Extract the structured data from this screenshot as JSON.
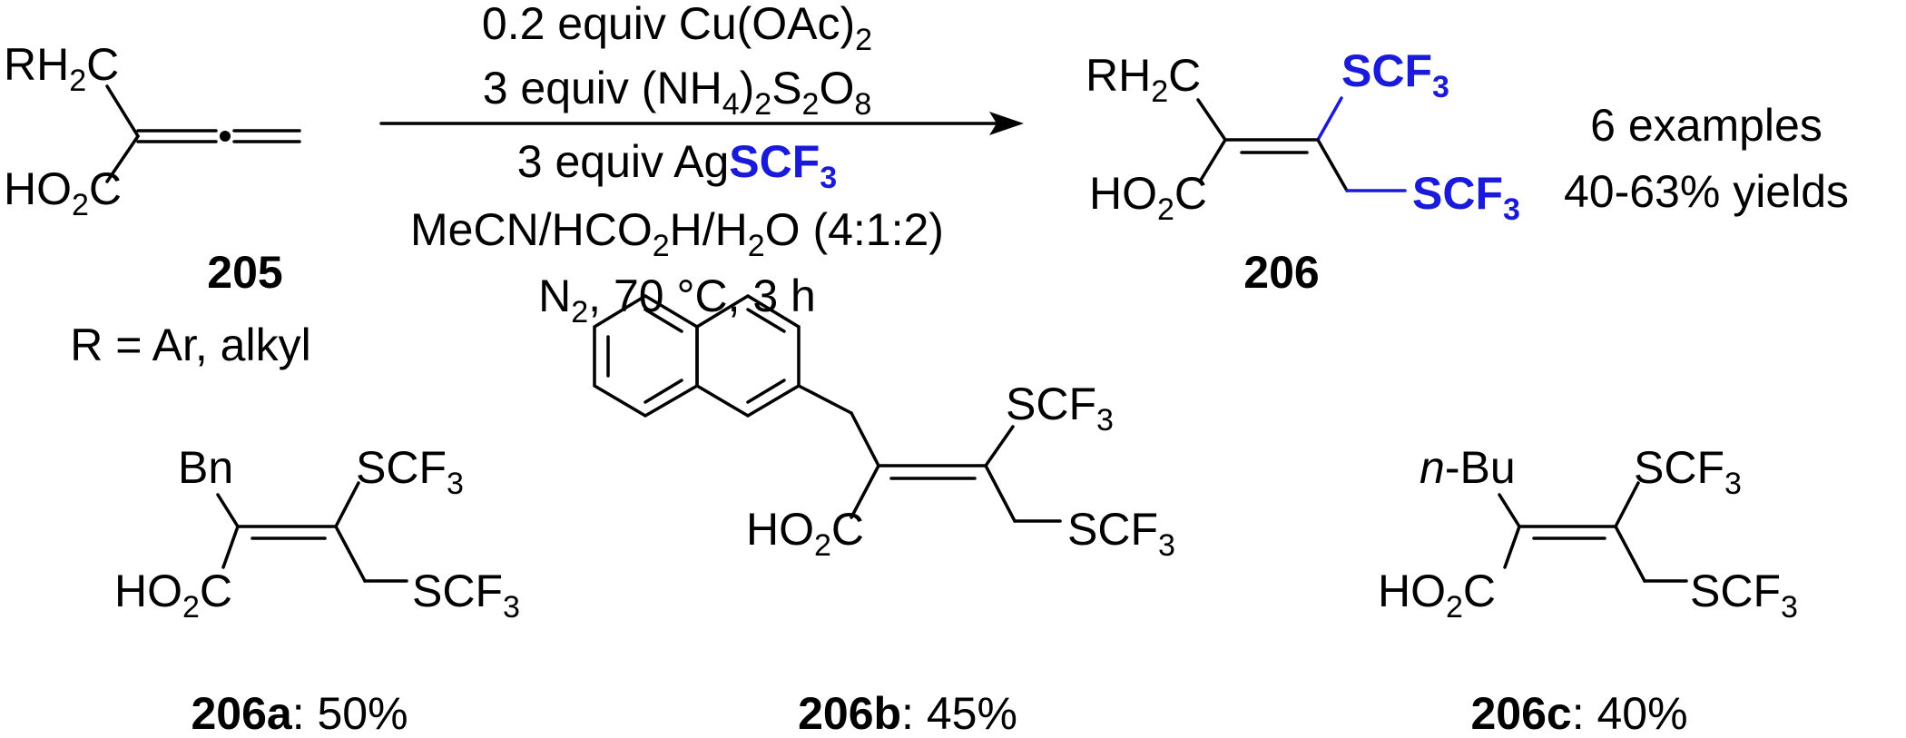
{
  "reactant": {
    "rh2c": "RH",
    "rh2c_sub": "2",
    "rh2c_c": "C",
    "ho2c": "HO",
    "ho2c_sub": "2",
    "ho2c_c": "C",
    "id": "205",
    "r_def": "R = Ar, alkyl"
  },
  "conditions": {
    "line1_main": "0.2 equiv Cu(OAc)",
    "line1_sub": "2",
    "line2_pre": "3 equiv (NH",
    "line2_s1": "4",
    "line2_mid1": ")",
    "line2_s2": "2",
    "line2_mid2": "S",
    "line2_s3": "2",
    "line2_mid3": "O",
    "line2_s4": "8",
    "line3_pre": "3 equiv Ag",
    "line3_blue": "SCF",
    "line3_sub": "3",
    "line4_pre": "MeCN/HCO",
    "line4_s1": "2",
    "line4_mid": "H/H",
    "line4_s2": "2",
    "line4_post": "O (4:1:2)",
    "line5_pre": "N",
    "line5_sub": "2",
    "line5_post": ", 70 °C, 3 h"
  },
  "product": {
    "rh2c": "RH",
    "rh2c_sub": "2",
    "rh2c_c": "C",
    "ho2c": "HO",
    "ho2c_sub": "2",
    "ho2c_c": "C",
    "scf": "SCF",
    "scf_sub": "3",
    "id": "206",
    "summary_line1": "6 examples",
    "summary_line2": "40-63% yields"
  },
  "examples": [
    {
      "id": "206a",
      "yield": ": 50%",
      "substituent": "Bn",
      "substituent_prefix": "",
      "ho2c": "HO",
      "ho2c_sub": "2",
      "ho2c_c": "C",
      "scf": "SCF",
      "scf_sub": "3"
    },
    {
      "id": "206b",
      "yield": ": 45%",
      "ho2c": "HO",
      "ho2c_sub": "2",
      "ho2c_c": "C",
      "scf": "SCF",
      "scf_sub": "3"
    },
    {
      "id": "206c",
      "yield": ": 40%",
      "substituent": "-Bu",
      "substituent_prefix": "n",
      "ho2c": "HO",
      "ho2c_sub": "2",
      "ho2c_c": "C",
      "scf": "SCF",
      "scf_sub": "3"
    }
  ],
  "colors": {
    "highlight": "#1a1adb",
    "ink": "#000000"
  }
}
